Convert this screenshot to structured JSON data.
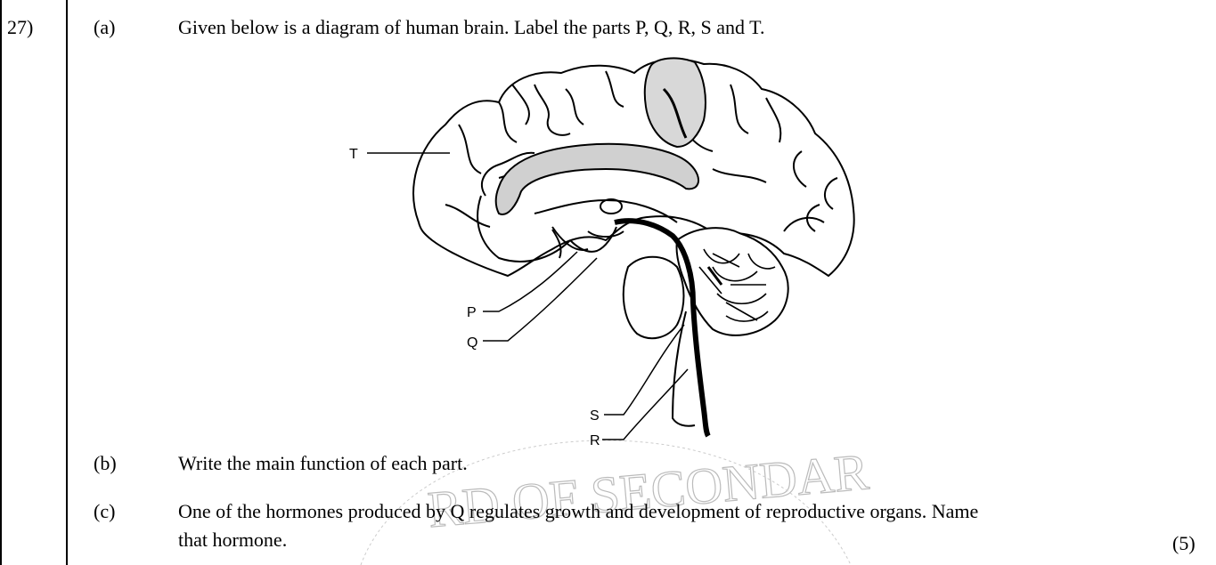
{
  "question": {
    "number": "27)",
    "marks": "(5)",
    "parts": [
      {
        "label": "(a)",
        "text": "Given below is a diagram of human brain. Label the parts P, Q, R, S and T."
      },
      {
        "label": "(b)",
        "text": "Write the main function of each part."
      },
      {
        "label": "(c)",
        "text": "One of the hormones produced by Q regulates growth and development of reproductive organs. Name",
        "text2": "that hormone."
      }
    ]
  },
  "diagram": {
    "labels": {
      "T": "T",
      "P": "P",
      "Q": "Q",
      "S": "S",
      "R": "R"
    },
    "watermark": "RD OF SECONDAR"
  }
}
